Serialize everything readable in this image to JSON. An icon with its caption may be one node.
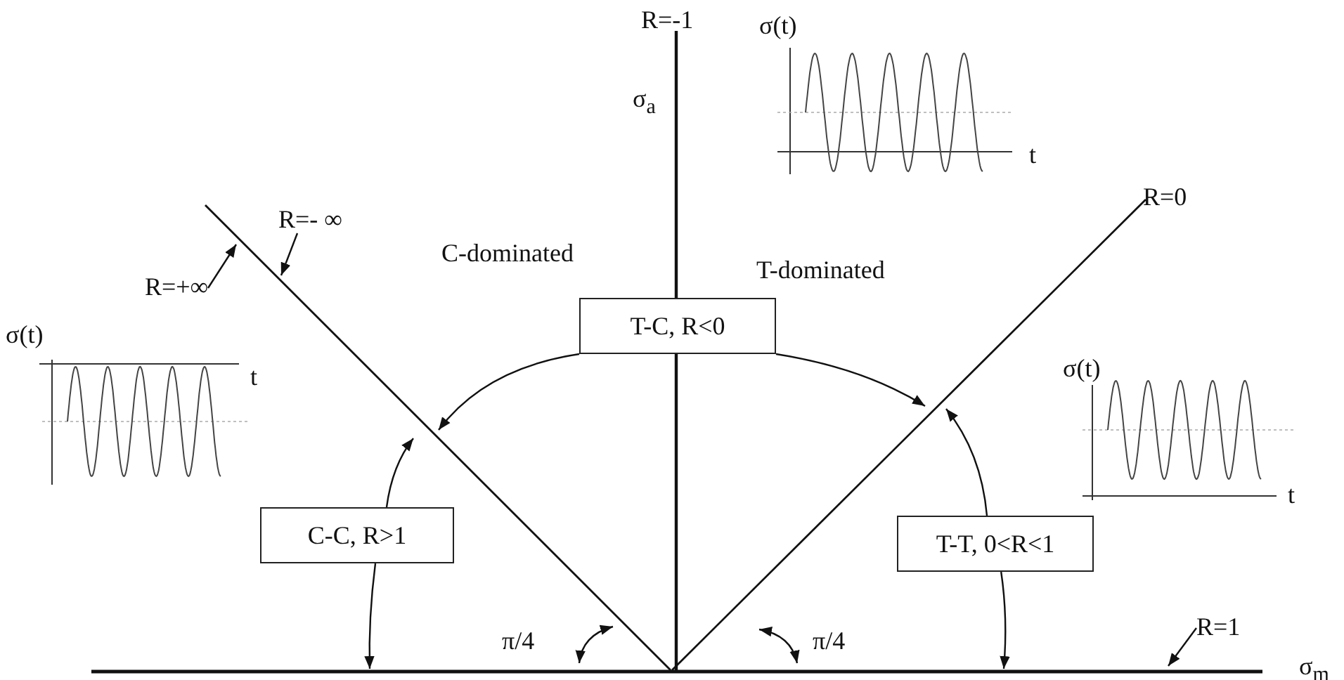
{
  "diagram": {
    "nodes": [
      {
        "text": [
          "T-C, R<0"
        ]
      },
      {
        "text": [
          "C-C, R>1"
        ]
      },
      {
        "text": [
          "T-T, 0<R<1"
        ]
      },
      {
        "text": [
          "R=+∞"
        ]
      },
      {
        "text": [
          "R=- ∞"
        ]
      },
      {
        "text": [
          "R=1"
        ]
      }
    ],
    "edges": [
      {
        "from": 0,
        "to": null,
        "arrow": "to"
      },
      {
        "from": 0,
        "to": null,
        "arrow": "to"
      },
      {
        "from": 1,
        "to": null,
        "arrow": "to"
      },
      {
        "from": 1,
        "to": null,
        "arrow": "to"
      },
      {
        "from": 2,
        "to": null,
        "arrow": "to"
      },
      {
        "from": 2,
        "to": null,
        "arrow": "to"
      },
      {
        "from": 3,
        "to": null,
        "arrow": "to"
      },
      {
        "from": 4,
        "to": null,
        "arrow": "to"
      },
      {
        "from": 5,
        "to": null,
        "arrow": "to"
      }
    ],
    "labels": [
      "R=-1",
      "σ(t)",
      "σ$_{a}$",
      "t",
      "R=0",
      "C-dominated",
      "T-dominated",
      "σ(t)",
      "t",
      "σ(t)",
      "t",
      "π/4",
      "π/4",
      "σ$_{m}$"
    ]
  }
}
